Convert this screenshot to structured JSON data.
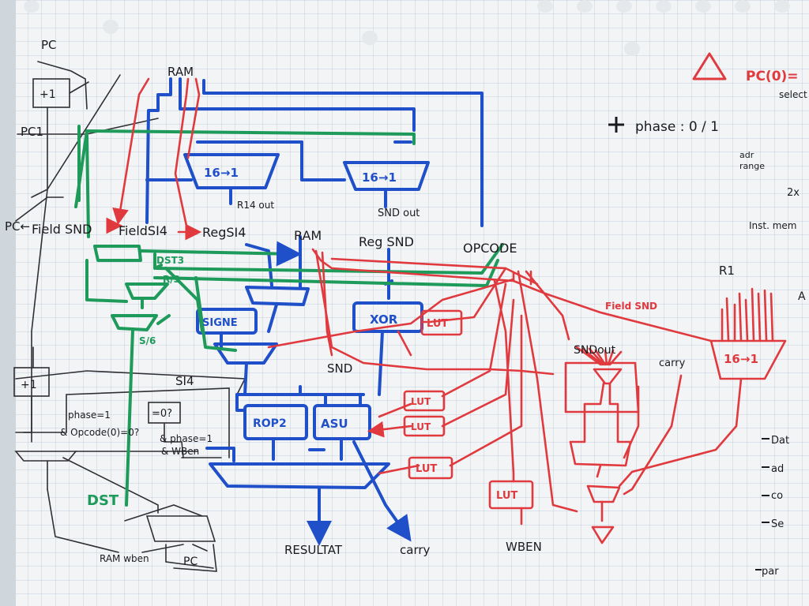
{
  "colors": {
    "paper": "#f2f4f6",
    "grid": "#b9c6d4",
    "pencil": "#2f2f34",
    "blue": "#1f4fc9",
    "red": "#e0393e",
    "green": "#1e9a5a"
  },
  "labels": {
    "pc": "PC",
    "pc1": "PC1",
    "pc_arrow": "PC←",
    "ram_top": "RAM",
    "plus1_top": "+1",
    "plus1_left": "+1",
    "mux_a": "16→1",
    "mux_b": "16→1",
    "mux_r": "16→1",
    "r14out": "R14 out",
    "sndout": "SND out",
    "field_snd": "Field SND",
    "field_si4": "FieldSI4",
    "reg_si4": "RegSI4",
    "ram_mid": "RAM",
    "reg_snd": "Reg SND",
    "opcode": "OPCODE",
    "dst3": "DST3",
    "r3": "R/3",
    "s6": "S/6",
    "signe": "SIGNE",
    "xor": "XOR",
    "lut_xor": "LUT",
    "snd": "SND",
    "si4": "SI4",
    "rop2": "ROP2",
    "asu": "ASU",
    "lut1": "LUT",
    "lut2": "LUT",
    "lut3": "LUT",
    "lut4": "LUT",
    "phase_cond": "phase=1",
    "opcode_cond": "& Opcode(0)=0?",
    "eq0": "=0?",
    "phase1b": "& phase=1",
    "wben_b": "& WBen",
    "dst": "DST",
    "ram_wben": "RAM wben",
    "pc_bottom": "PC",
    "resultat": "RESULTAT",
    "carry_out": "carry",
    "wben": "WBEN",
    "snd_out_r": "SNDout",
    "carry_r": "carry",
    "field_snd_r": "Field SND",
    "r1": "R1",
    "warning": "PC(0)=",
    "phase_note": "phase : 0 / 1",
    "select": "select",
    "adr": "adr",
    "range": "range",
    "two_x": "2x",
    "inst_mem": "Inst. mem",
    "a_right": "A",
    "list_dat": "Dat",
    "list_ad": "ad",
    "list_co": "co",
    "list_se": "Se",
    "list_par": "par"
  }
}
